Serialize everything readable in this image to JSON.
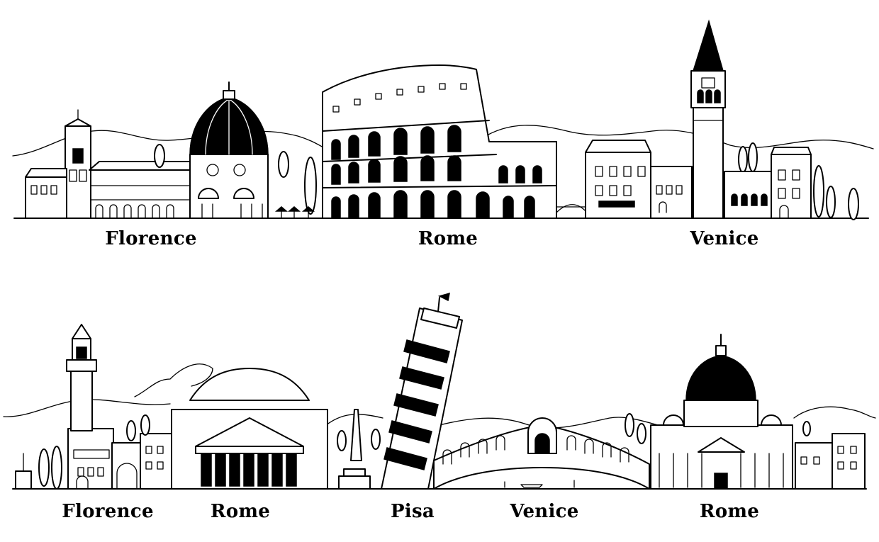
{
  "top_row": {
    "labels": [
      {
        "id": "florence-top",
        "text": "Florence"
      },
      {
        "id": "rome-top",
        "text": "Rome"
      },
      {
        "id": "venice-top",
        "text": "Venice"
      }
    ]
  },
  "bottom_row": {
    "labels": [
      {
        "id": "florence-bottom",
        "text": "Florence"
      },
      {
        "id": "rome-bottom-1",
        "text": "Rome"
      },
      {
        "id": "pisa-bottom",
        "text": "Pisa"
      },
      {
        "id": "venice-bottom",
        "text": "Venice"
      },
      {
        "id": "rome-bottom-2",
        "text": "Rome"
      }
    ]
  },
  "colors": {
    "ink": "#000000",
    "paper": "#ffffff"
  },
  "icons": [
    "florence-cathedral-dome",
    "colosseum",
    "st-marks-campanile",
    "palazzo-vecchio-tower",
    "pantheon",
    "leaning-tower-of-pisa",
    "rialto-bridge",
    "st-peters-basilica"
  ]
}
